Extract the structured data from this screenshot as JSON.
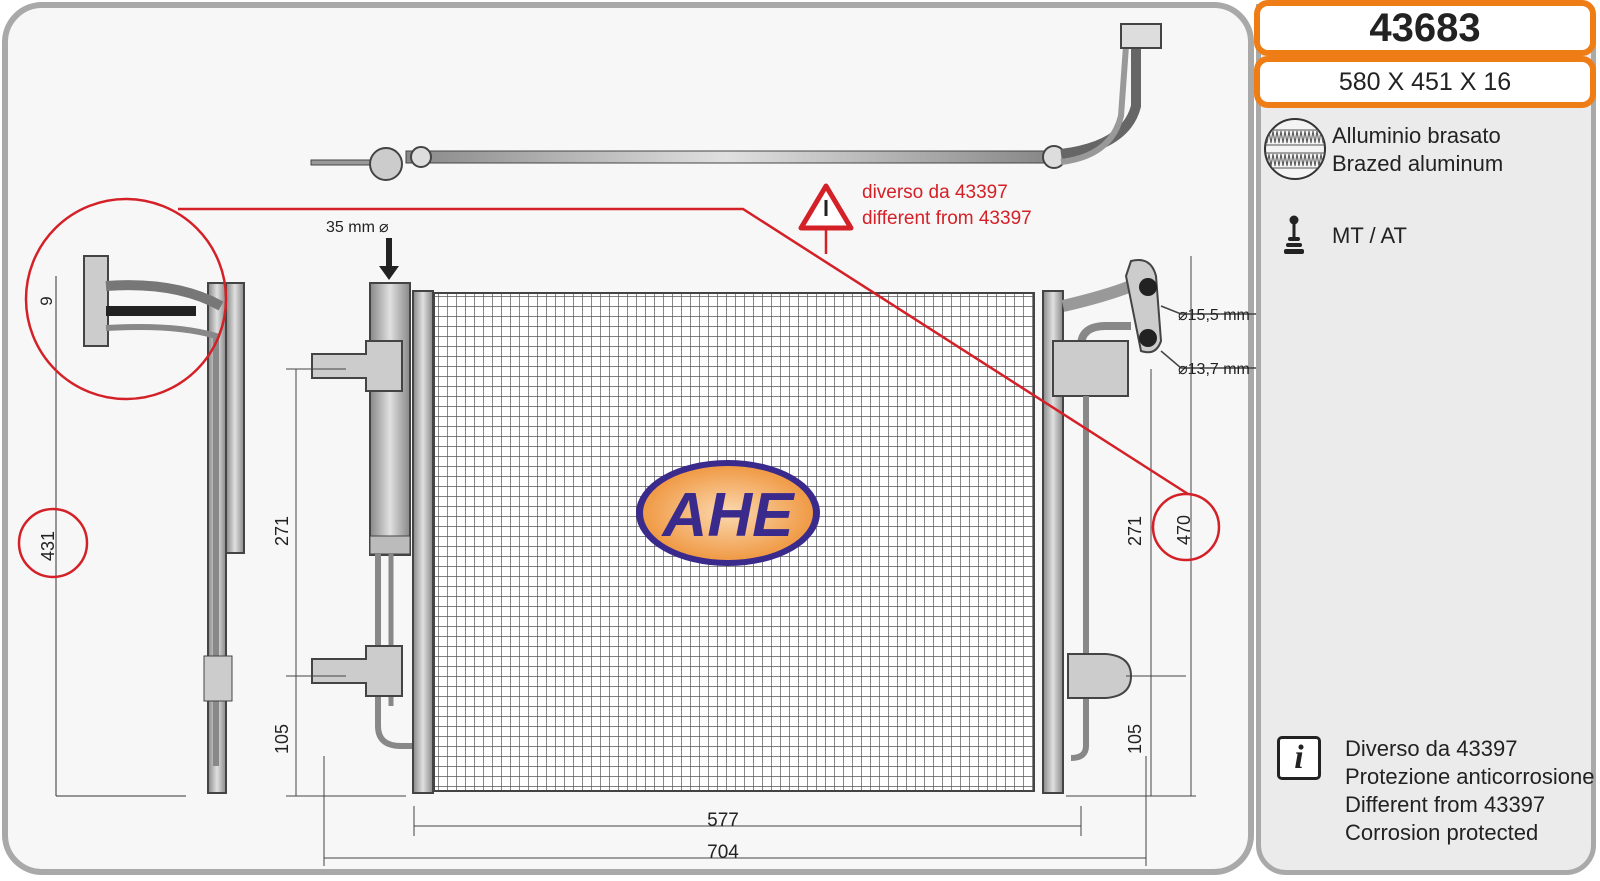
{
  "product": {
    "code": "43683",
    "dimensions": "580 X 451 X 16"
  },
  "features": {
    "material_it": "Alluminio brasato",
    "material_en": "Brazed aluminum",
    "transmission": "MT / AT"
  },
  "info": {
    "line1": "Diverso da 43397",
    "line2": "Protezione anticorrosione",
    "line3": "Different from 43397",
    "line4": "Corrosion protected",
    "icon_letter": "i"
  },
  "warning": {
    "it": "diverso da 43397",
    "en": "different from 43397"
  },
  "drawing": {
    "logo": "AHE",
    "dryer_diameter": "35 mm",
    "pipe_d1": "15,5 mm",
    "pipe_d2": "13,7 mm",
    "dim_side_offset": "9",
    "dim_side_height": "431",
    "dim_left_271": "271",
    "dim_left_105": "105",
    "dim_right_271": "271",
    "dim_right_105": "105",
    "dim_right_470": "470",
    "dim_core_width": "577",
    "dim_total_width": "704"
  },
  "colors": {
    "accent": "#ef7d16",
    "annotation": "#d42027",
    "frame": "#a9a9a9",
    "logo_blue": "#3a2a8c",
    "logo_orange": "#f0a050"
  }
}
